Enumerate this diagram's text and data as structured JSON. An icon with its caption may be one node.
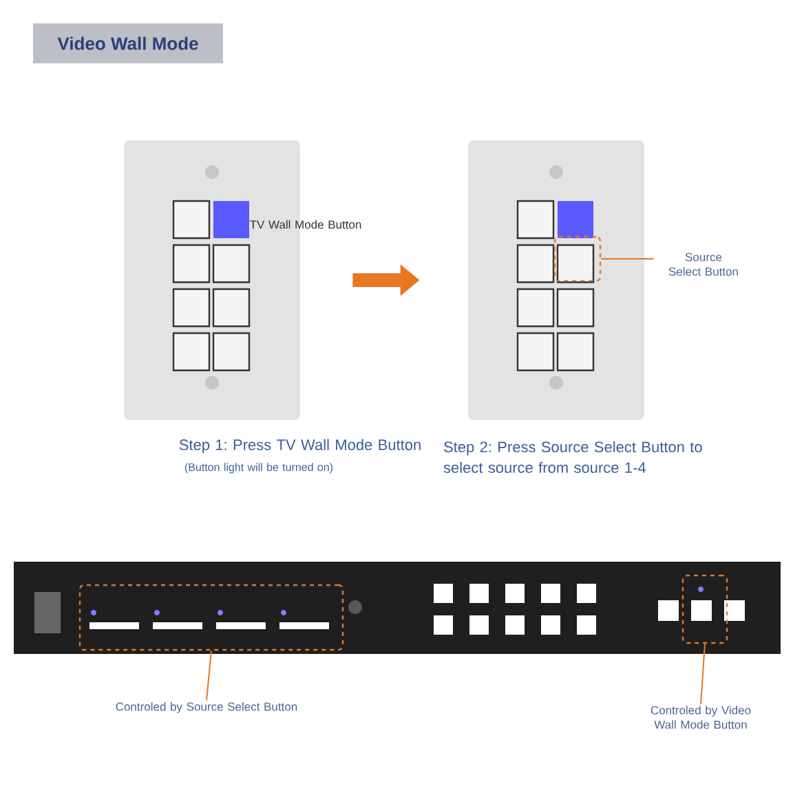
{
  "diagram": {
    "title": "Video Wall Mode",
    "nodes": [
      {
        "text": [],
        "shape": "picture",
        "beside": [
          "Step 1: Press TV Wall Mode Button",
          "(Button light will be turned on)"
        ]
      },
      {
        "text": [],
        "shape": "picture",
        "beside": [
          "Step 2: Press Source Select Button to select source from source 1-4"
        ]
      },
      {
        "text": [],
        "shape": "box",
        "in": 1
      },
      {
        "text": [
          "Source Select Button"
        ]
      },
      {
        "text": [],
        "shape": "picture"
      },
      {
        "text": [],
        "shape": "box",
        "in": 4
      },
      {
        "text": [
          "Controled by Source Select Button"
        ]
      },
      {
        "text": [],
        "shape": "box",
        "in": 4
      },
      {
        "text": [
          "Controled by Video Wall Mode Button"
        ]
      }
    ],
    "edges": [
      {
        "from": 0,
        "to": 1,
        "arrow": "to",
        "style": "thick"
      },
      {
        "from": 3,
        "to": 2,
        "arrow": "none"
      },
      {
        "from": 6,
        "to": 5,
        "arrow": "none"
      },
      {
        "from": 8,
        "to": 7,
        "arrow": "none"
      }
    ],
    "labels": [
      "TV Wall Mode Button"
    ]
  }
}
